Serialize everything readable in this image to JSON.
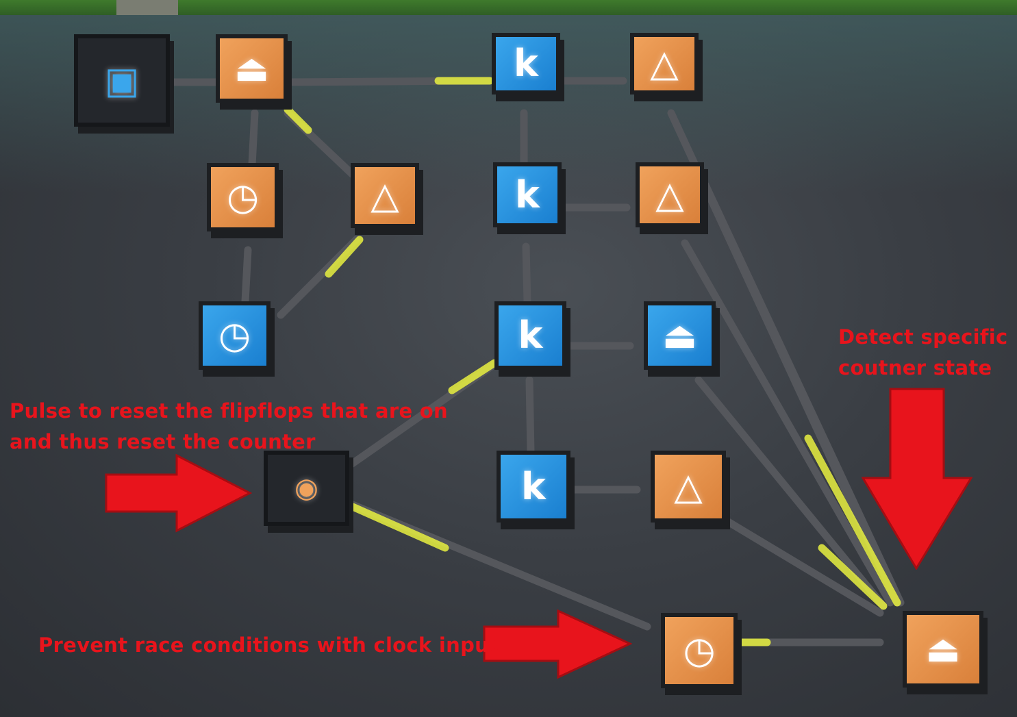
{
  "scene": {
    "annotations": {
      "detect_state": [
        "Detect specific",
        "coutner state"
      ],
      "pulse_reset": [
        "Pulse to reset the flipflops that are on",
        "and thus reset the counter"
      ],
      "race_conditions": "Prevent race conditions with clock input"
    },
    "blocks": [
      {
        "type": "switch",
        "color": "dark",
        "icon": "switch-icon"
      },
      {
        "type": "and-gate",
        "color": "orange",
        "icon": "plug-icon"
      },
      {
        "type": "timer",
        "color": "orange",
        "icon": "timer-icon"
      },
      {
        "type": "nand-gate",
        "color": "orange",
        "icon": "triangle-icon"
      },
      {
        "type": "timer",
        "color": "blue",
        "icon": "timer-icon"
      },
      {
        "type": "xor-gate",
        "color": "blue",
        "icon": "xor-icon"
      },
      {
        "type": "xor-gate",
        "color": "blue",
        "icon": "xor-icon"
      },
      {
        "type": "xor-gate",
        "color": "blue",
        "icon": "xor-icon"
      },
      {
        "type": "xor-gate",
        "color": "blue",
        "icon": "xor-icon"
      },
      {
        "type": "nand-gate",
        "color": "orange",
        "icon": "triangle-icon"
      },
      {
        "type": "nand-gate",
        "color": "orange",
        "icon": "triangle-icon"
      },
      {
        "type": "and-gate",
        "color": "blue",
        "icon": "plug-icon"
      },
      {
        "type": "nand-gate",
        "color": "orange",
        "icon": "triangle-icon"
      },
      {
        "type": "button",
        "color": "dark",
        "icon": "button-icon"
      },
      {
        "type": "timer",
        "color": "orange",
        "icon": "timer-icon"
      },
      {
        "type": "and-gate",
        "color": "orange",
        "icon": "plug-icon"
      }
    ],
    "colors": {
      "orange": "#e8913f",
      "blue": "#2390e0",
      "annotation": "#e8141c",
      "wire_active": "#e8f040",
      "wire": "#55575c"
    }
  }
}
